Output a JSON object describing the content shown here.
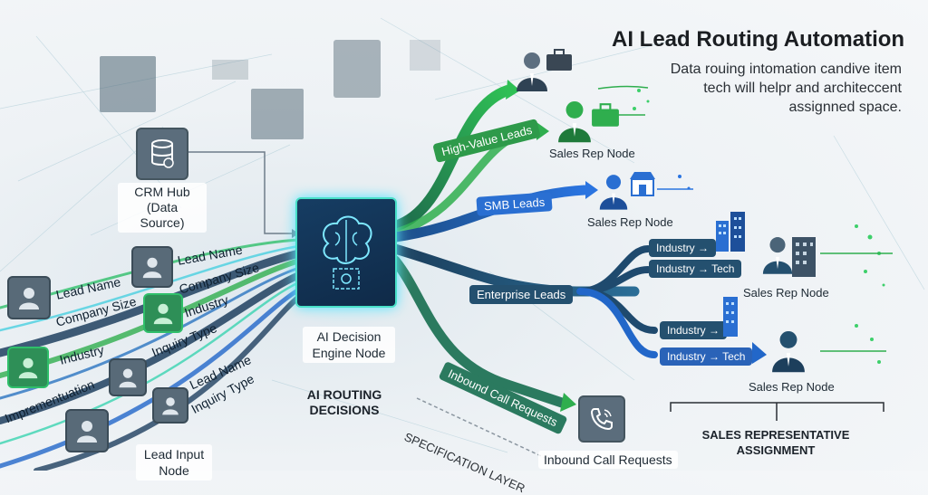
{
  "header": {
    "title": "AI Lead Routing Automation",
    "subtitle": "Data rouing intomation candive item tech will helpr and architeccent assignned space."
  },
  "crm": {
    "label": "CRM Hub\n(Data Source)"
  },
  "engine": {
    "label": "AI Decision\nEngine Node"
  },
  "decisions": {
    "label": "AI ROUTING\nDECISIONS"
  },
  "spec": {
    "label": "SPECIFICATION LAYER"
  },
  "input": {
    "label": "Lead Input\nNode"
  },
  "lead_fields": [
    "Lead Name",
    "Company Size",
    "Lead Name",
    "Company Size",
    "Industry",
    "Industry",
    "Inquiry Type",
    "Imprementuation",
    "Lead Name",
    "Inquiry Type"
  ],
  "branches": {
    "high_value": "High-Value Leads",
    "smb": "SMB Leads",
    "enterprise": "Enterprise Leads",
    "inbound": "Inbound Call Requests"
  },
  "tags": {
    "ind1": "Industry →",
    "ind2": "Industry → Tech",
    "ind3": "Industry →",
    "ind4": "Industry → Tech"
  },
  "reps": {
    "r1": "Sales Rep Node",
    "r2": "Sales Rep Node",
    "r3": "Sales Rep Node",
    "r4": "Sales Rep Node"
  },
  "inbound_node": {
    "label": "Inbound Call Requests"
  },
  "assignment": {
    "label": "SALES REPRESENTATIVE\nASSIGNMENT"
  },
  "colors": {
    "green": "#2fae4e",
    "blue": "#2267c9",
    "navy": "#1e4a6e",
    "teal": "#2f8f9a"
  }
}
